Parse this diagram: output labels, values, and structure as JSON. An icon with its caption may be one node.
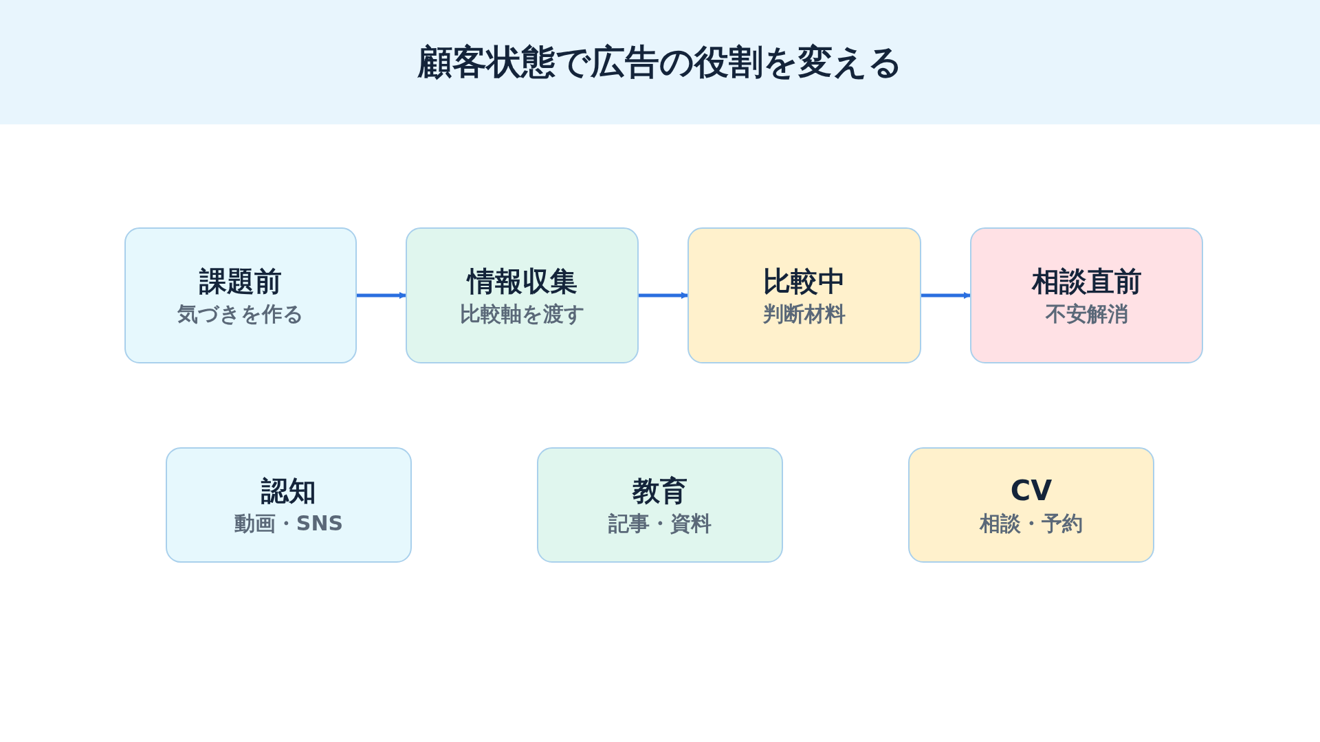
{
  "diagram": {
    "title": "顧客状態で広告の役割を変える",
    "nodes": [
      {
        "text": [
          "課題前",
          "気づきを作る"
        ]
      },
      {
        "text": [
          "情報収集",
          "比較軸を渡す"
        ]
      },
      {
        "text": [
          "比較中",
          "判断材料"
        ]
      },
      {
        "text": [
          "相談直前",
          "不安解消"
        ]
      },
      {
        "text": [
          "認知",
          "動画・SNS"
        ]
      },
      {
        "text": [
          "教育",
          "記事・資料"
        ]
      },
      {
        "text": [
          "CV",
          "相談・予約"
        ]
      }
    ],
    "edges": [
      {
        "from": 0,
        "to": 1,
        "arrow": "to"
      },
      {
        "from": 1,
        "to": 2,
        "arrow": "to"
      },
      {
        "from": 2,
        "to": 3,
        "arrow": "to"
      }
    ]
  }
}
